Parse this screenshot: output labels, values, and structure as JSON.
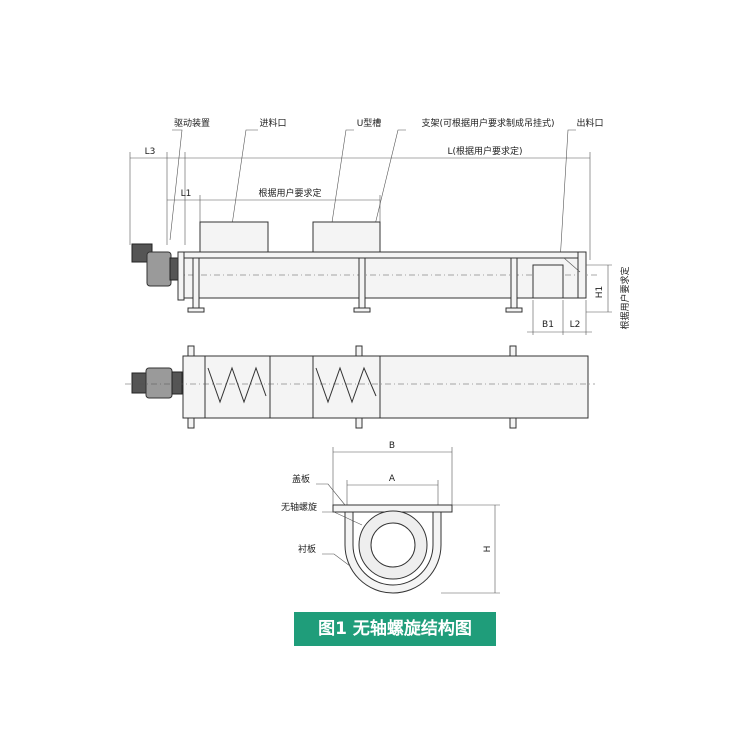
{
  "side_view": {
    "labels": {
      "drive": "驱动装置",
      "inlet": "进料口",
      "trough": "U型槽",
      "support": "支架(可根据用户要求制成吊挂式)",
      "outlet": "出料口"
    },
    "dims": {
      "L3": "L3",
      "L": "L(根据用户要求定)",
      "L1": "L1",
      "inlet_span": "根据用户要求定",
      "B1": "B1",
      "L2": "L2",
      "H1": "H1",
      "H1_note": "根据用户要求定"
    }
  },
  "section_view": {
    "labels": {
      "cover": "盖板",
      "spiral": "无轴螺旋",
      "liner": "衬板"
    },
    "dims": {
      "B": "B",
      "A": "A",
      "H": "H"
    }
  },
  "caption": "图1 无轴螺旋结构图",
  "colors": {
    "caption_bg": "#1f9d7a",
    "caption_text": "#ffffff"
  }
}
